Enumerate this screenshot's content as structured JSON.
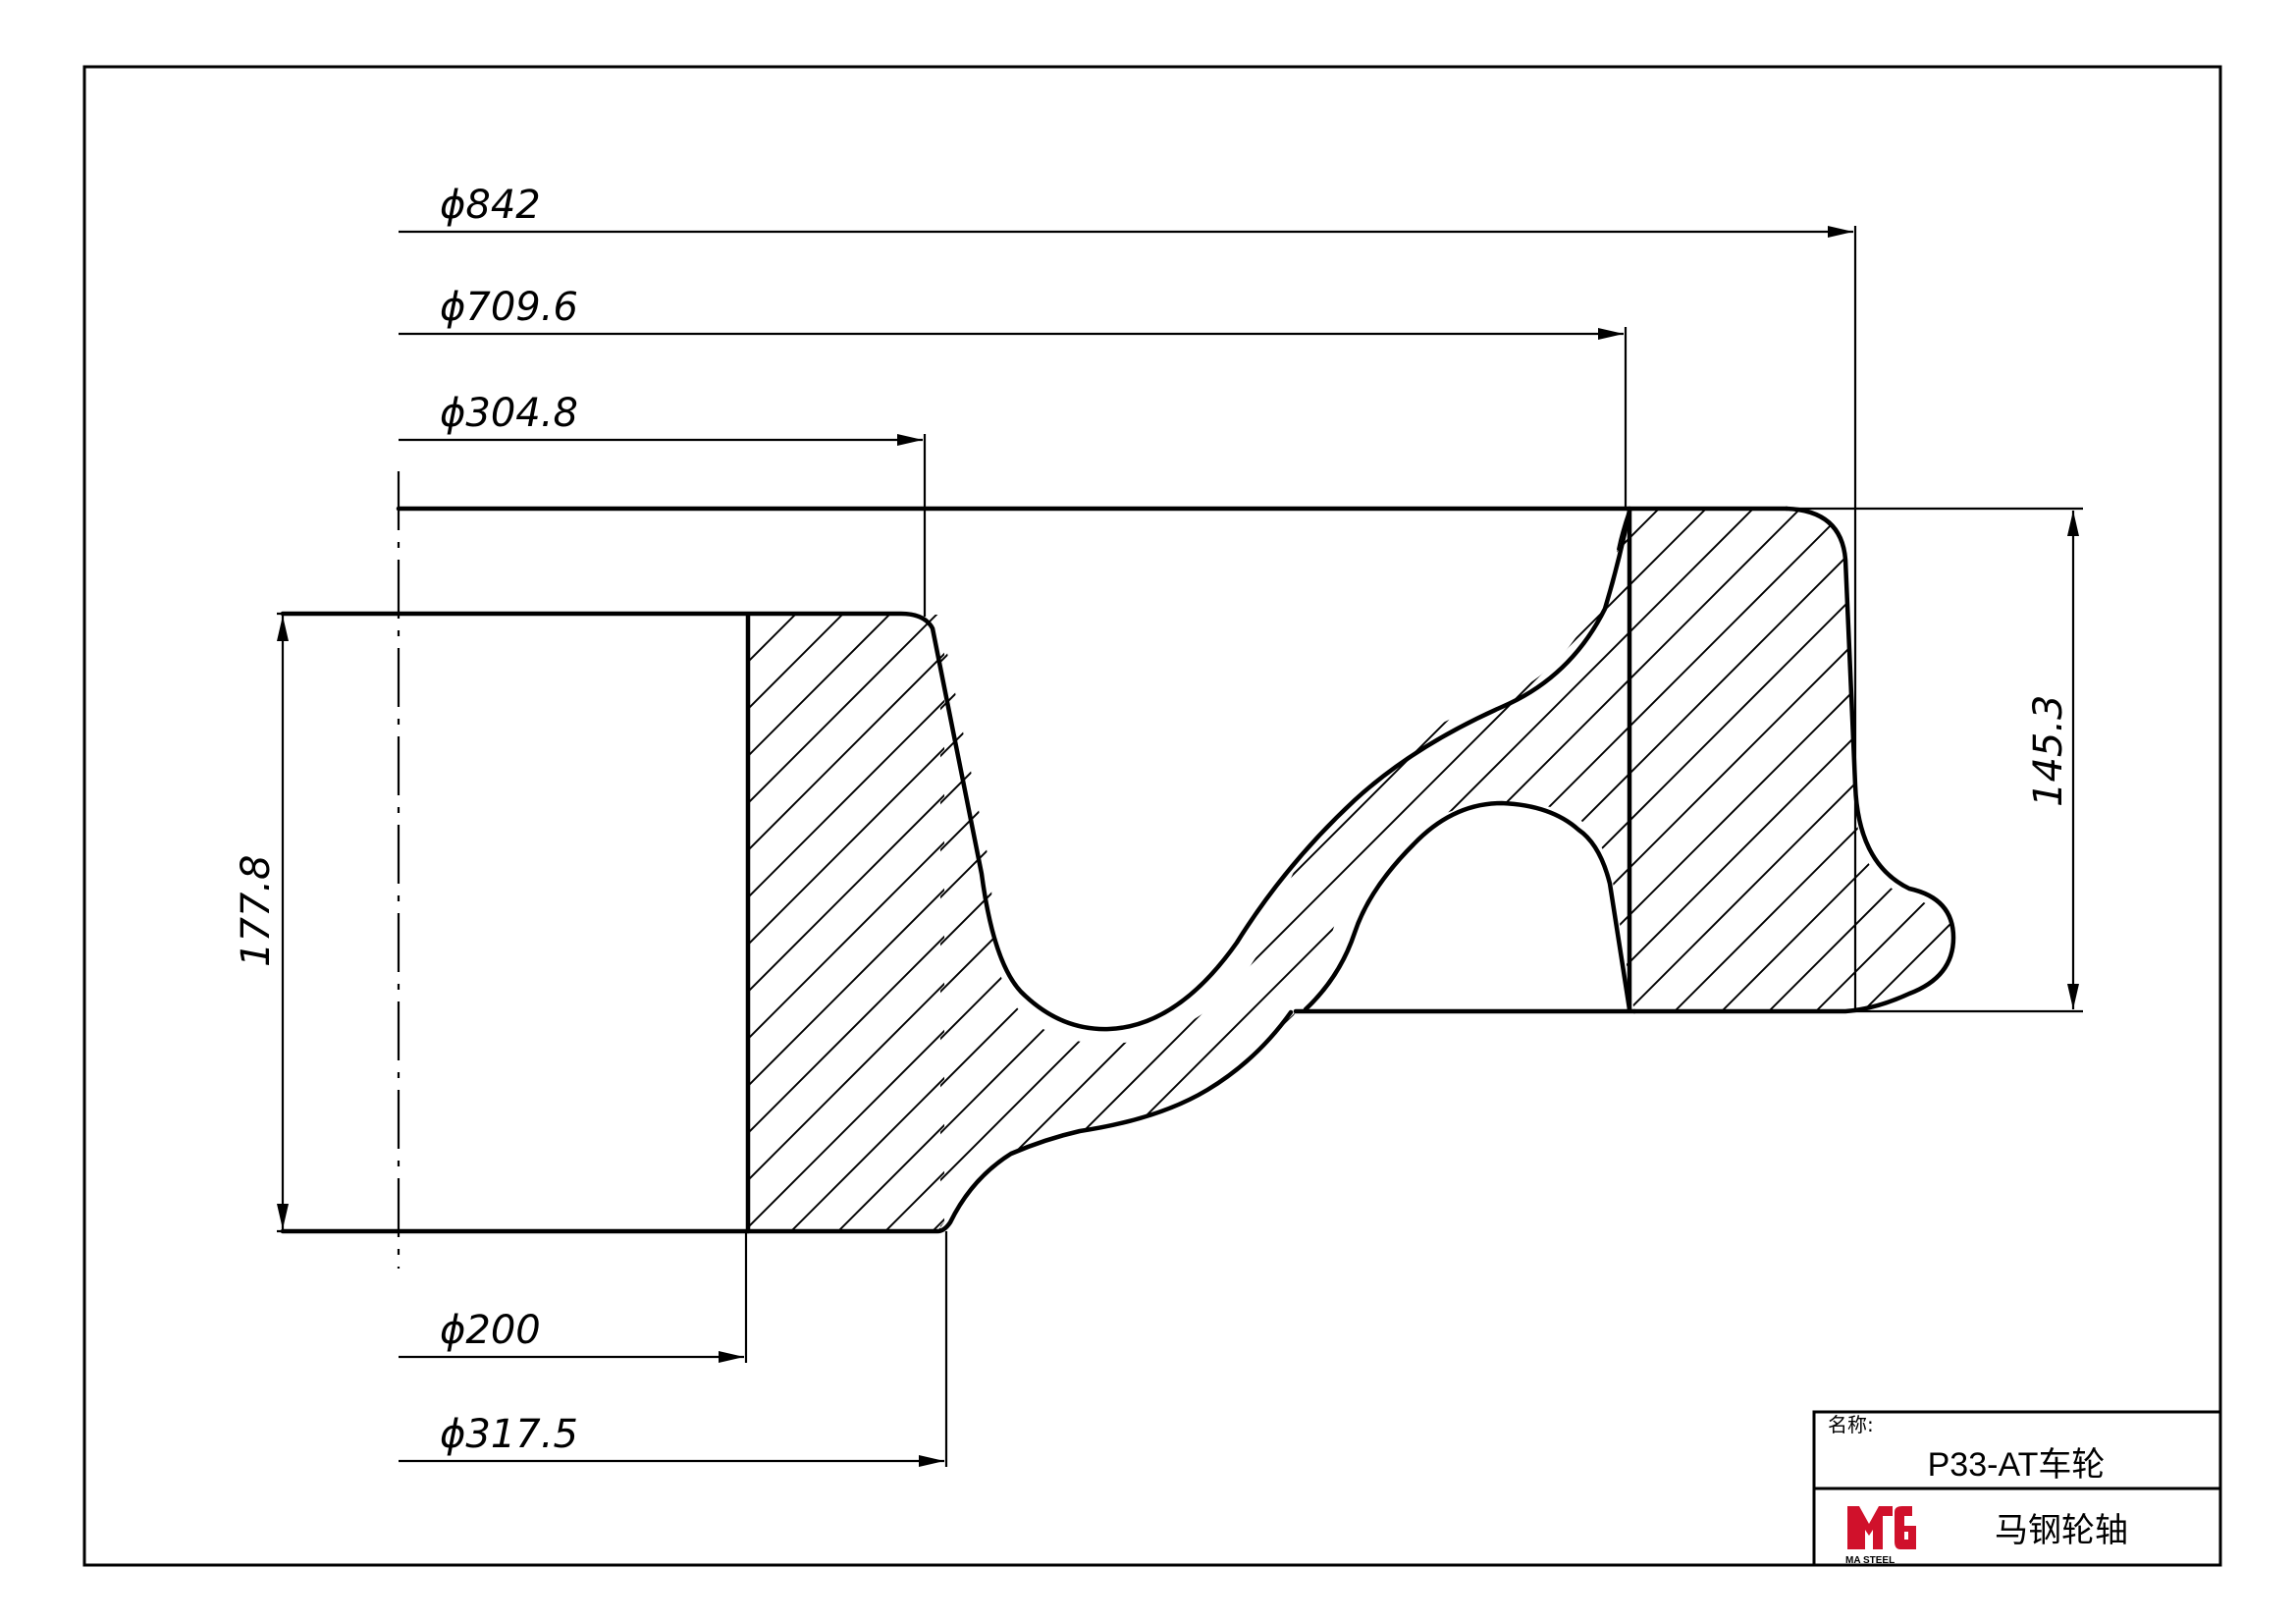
{
  "drawing": {
    "dimensions": {
      "d842": "ϕ842",
      "d709_6": "ϕ709.6",
      "d304_8": "ϕ304.8",
      "d200": "ϕ200",
      "d317_5": "ϕ317.5",
      "hub_length": "177.8",
      "rim_width": "145.3"
    }
  },
  "title_block": {
    "name_label": "名称:",
    "part_name": "P33-AT车轮",
    "company": "马钢轮轴",
    "logo": {
      "icon": "ma-steel-logo-icon",
      "text": "MA STEEL",
      "color": "#d0112b"
    }
  }
}
